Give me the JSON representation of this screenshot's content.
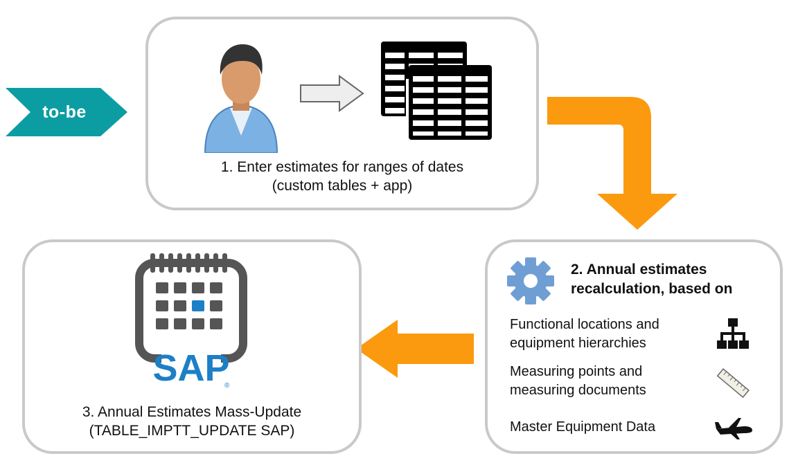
{
  "tag": {
    "label": "to-be"
  },
  "step1": {
    "line1": "1. Enter estimates for ranges of dates",
    "line2": "(custom tables + app)"
  },
  "step2": {
    "title_line1": "2. Annual estimates",
    "title_line2": "recalculation, based on",
    "items": [
      {
        "line1": "Functional locations and",
        "line2": "equipment hierarchies",
        "icon": "hierarchy-icon"
      },
      {
        "line1": "Measuring points and",
        "line2": "measuring documents",
        "icon": "ruler-icon"
      },
      {
        "line1": "Master Equipment Data",
        "icon": "airplane-icon"
      }
    ]
  },
  "step3": {
    "line1": "3. Annual Estimates Mass-Update",
    "line2": "(TABLE_IMPTT_UPDATE SAP)",
    "logo_text": "SAP"
  },
  "colors": {
    "accent_orange": "#fb9a0e",
    "tag_teal": "#0c9da3",
    "gear_blue": "#6f9ed4",
    "sap_blue": "#1d7fc6",
    "box_border": "#c9c9c9"
  }
}
